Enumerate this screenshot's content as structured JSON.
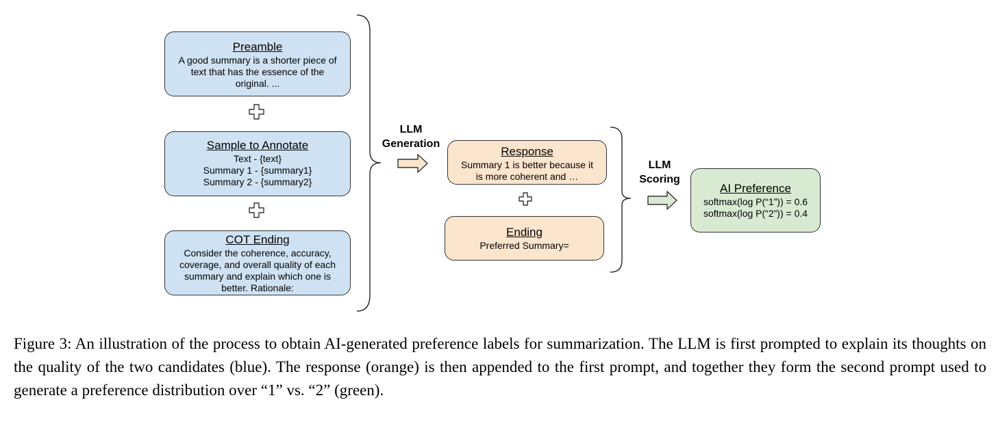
{
  "preamble": {
    "title": "Preamble",
    "lines": [
      "A good summary is a shorter piece of",
      "text that has the essence of the",
      "original. ..."
    ]
  },
  "sample": {
    "title": "Sample to Annotate",
    "lines": [
      "Text - {text}",
      "Summary 1 - {summary1}",
      "Summary 2 - {summary2}"
    ]
  },
  "cot": {
    "title": "COT Ending",
    "lines": [
      "Consider the coherence, accuracy,",
      "coverage, and overall quality of each",
      "summary and explain which one is",
      "better. Rationale:"
    ]
  },
  "generation_label": [
    "LLM",
    "Generation"
  ],
  "response": {
    "title": "Response",
    "lines": [
      "Summary 1 is better because it",
      "is more coherent and …"
    ]
  },
  "ending": {
    "title": "Ending",
    "lines": [
      "Preferred Summary="
    ]
  },
  "scoring_label": [
    "LLM",
    "Scoring"
  ],
  "ai_preference": {
    "title": "AI Preference",
    "lines": [
      "softmax(log P(“1”)) = 0.6",
      "softmax(log P(“2”)) = 0.4"
    ]
  },
  "caption": "Figure 3: An illustration of the process to obtain AI-generated preference labels for summarization. The LLM is first prompted to explain its thoughts on the quality of the two candidates (blue). The response (orange) is then appended to the first prompt, and together they form the second prompt used to generate a preference distribution over “1” vs. “2” (green).",
  "colors": {
    "blue": "#cfe2f3",
    "orange": "#fce5cd",
    "green": "#d9ead3",
    "outline": "#333333"
  }
}
